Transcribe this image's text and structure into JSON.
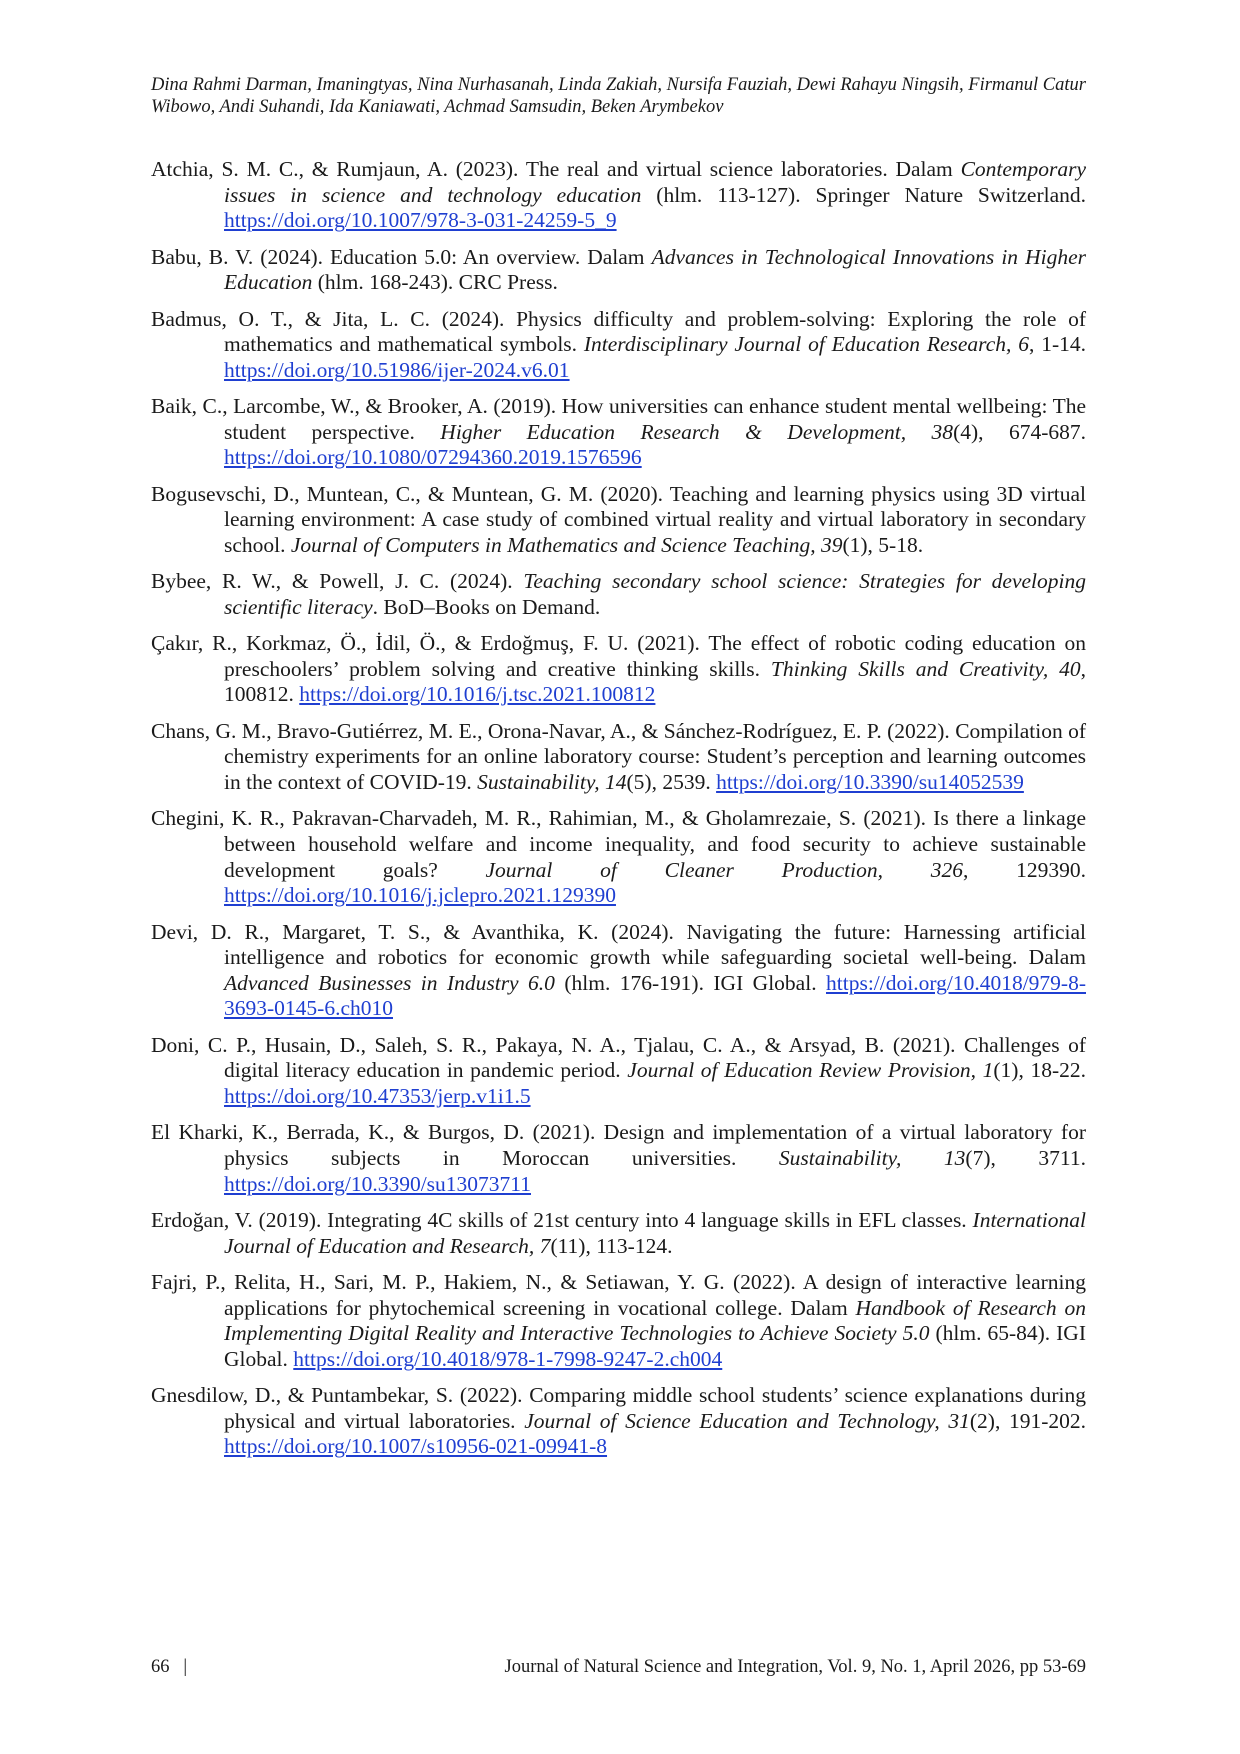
{
  "header": {
    "authors": "Dina Rahmi Darman, Imaningtyas, Nina Nurhasanah, Linda Zakiah, Nursifa Fauziah, Dewi Rahayu Ningsih, Firmanul Catur Wibowo, Andi Suhandi, Ida Kaniawati, Achmad Samsudin, Beken Arymbekov"
  },
  "references": [
    {
      "pre": "Atchia, S. M. C., & Rumjaun, A. (2023). The real and virtual science laboratories. Dalam ",
      "title": "Contemporary issues in science and technology education",
      "post": " (hlm. 113-127). Springer Nature Switzerland. ",
      "link": "https://doi.org/10.1007/978-3-031-24259-5_9"
    },
    {
      "pre": "Babu, B. V. (2024). Education 5.0: An overview. Dalam ",
      "title": "Advances in Technological Innovations in Higher Education",
      "post": " (hlm. 168-243). CRC Press.",
      "link": ""
    },
    {
      "pre": "Badmus, O. T., & Jita, L. C. (2024). Physics difficulty and problem-solving: Exploring the role of mathematics and mathematical symbols. ",
      "title": "Interdisciplinary Journal of Education Research, 6",
      "post": ", 1-14. ",
      "link": "https://doi.org/10.51986/ijer-2024.v6.01"
    },
    {
      "pre": "Baik, C., Larcombe, W., & Brooker, A. (2019). How universities can enhance student mental wellbeing: The student perspective. ",
      "title": "Higher Education Research & Development, 38",
      "post": "(4), 674-687. ",
      "link": "https://doi.org/10.1080/07294360.2019.1576596"
    },
    {
      "pre": "Bogusevschi, D., Muntean, C., & Muntean, G. M. (2020). Teaching and learning physics using 3D virtual learning environment: A case study of combined virtual reality and virtual laboratory in secondary school. ",
      "title": "Journal of Computers in Mathematics and Science Teaching, 39",
      "post": "(1), 5-18.",
      "link": ""
    },
    {
      "pre": "Bybee, R. W., & Powell, J. C. (2024). ",
      "title": "Teaching secondary school science: Strategies for developing scientific literacy",
      "post": ". BoD–Books on Demand.",
      "link": ""
    },
    {
      "pre": "Çakır, R., Korkmaz, Ö., İdil, Ö., & Erdoğmuş, F. U. (2021). The effect of robotic coding education on preschoolers’ problem solving and creative thinking skills. ",
      "title": "Thinking Skills and Creativity, 40",
      "post": ", 100812. ",
      "link": "https://doi.org/10.1016/j.tsc.2021.100812"
    },
    {
      "pre": "Chans, G. M., Bravo-Gutiérrez, M. E., Orona-Navar, A., & Sánchez-Rodríguez, E. P. (2022). Compilation of chemistry experiments for an online laboratory course: Student’s perception and learning outcomes in the context of COVID-19. ",
      "title": "Sustainability, 14",
      "post": "(5), 2539. ",
      "link": "https://doi.org/10.3390/su14052539"
    },
    {
      "pre": "Chegini, K. R., Pakravan-Charvadeh, M. R., Rahimian, M., & Gholamrezaie, S. (2021). Is there a linkage between household welfare and income inequality, and food security to achieve sustainable development goals? ",
      "title": "Journal of Cleaner Production, 326",
      "post": ", 129390. ",
      "link": "https://doi.org/10.1016/j.jclepro.2021.129390"
    },
    {
      "pre": "Devi, D. R., Margaret, T. S., & Avanthika, K. (2024). Navigating the future: Harnessing artificial intelligence and robotics for economic growth while safeguarding societal well-being. Dalam ",
      "title": "Advanced Businesses in Industry 6.0",
      "post": " (hlm. 176-191). IGI Global. ",
      "link": "https://doi.org/10.4018/979-8-3693-0145-6.ch010"
    },
    {
      "pre": "Doni, C. P., Husain, D., Saleh, S. R., Pakaya, N. A., Tjalau, C. A., & Arsyad, B. (2021). Challenges of digital literacy education in pandemic period. ",
      "title": "Journal of Education Review Provision, 1",
      "post": "(1), 18-22. ",
      "link": "https://doi.org/10.47353/jerp.v1i1.5"
    },
    {
      "pre": "El Kharki, K., Berrada, K., & Burgos, D. (2021). Design and implementation of a virtual laboratory for physics subjects in Moroccan universities. ",
      "title": "Sustainability, 13",
      "post": "(7), 3711. ",
      "link": "https://doi.org/10.3390/su13073711"
    },
    {
      "pre": "Erdoğan, V. (2019). Integrating 4C skills of 21st century into 4 language skills in EFL classes. ",
      "title": "International Journal of Education and Research, 7",
      "post": "(11), 113-124.",
      "link": ""
    },
    {
      "pre": "Fajri, P., Relita, H., Sari, M. P., Hakiem, N., & Setiawan, Y. G. (2022). A design of interactive learning applications for phytochemical screening in vocational college. Dalam ",
      "title": "Handbook of Research on Implementing Digital Reality and Interactive Technologies to Achieve Society 5.0",
      "post": " (hlm. 65-84). IGI Global. ",
      "link": "https://doi.org/10.4018/978-1-7998-9247-2.ch004"
    },
    {
      "pre": "Gnesdilow, D., & Puntambekar, S. (2022). Comparing middle school students’ science explanations during physical and virtual laboratories. ",
      "title": "Journal of Science Education and Technology, 31",
      "post": "(2), 191-202. ",
      "link": "https://doi.org/10.1007/s10956-021-09941-8"
    }
  ],
  "footer": {
    "page_number": "66",
    "separator": "|",
    "journal": "Journal of Natural Science and Integration, Vol. 9, No. 1, April 2026, pp 53-69"
  },
  "colors": {
    "link": "#1f3fd1",
    "text": "#1a1a1a"
  }
}
